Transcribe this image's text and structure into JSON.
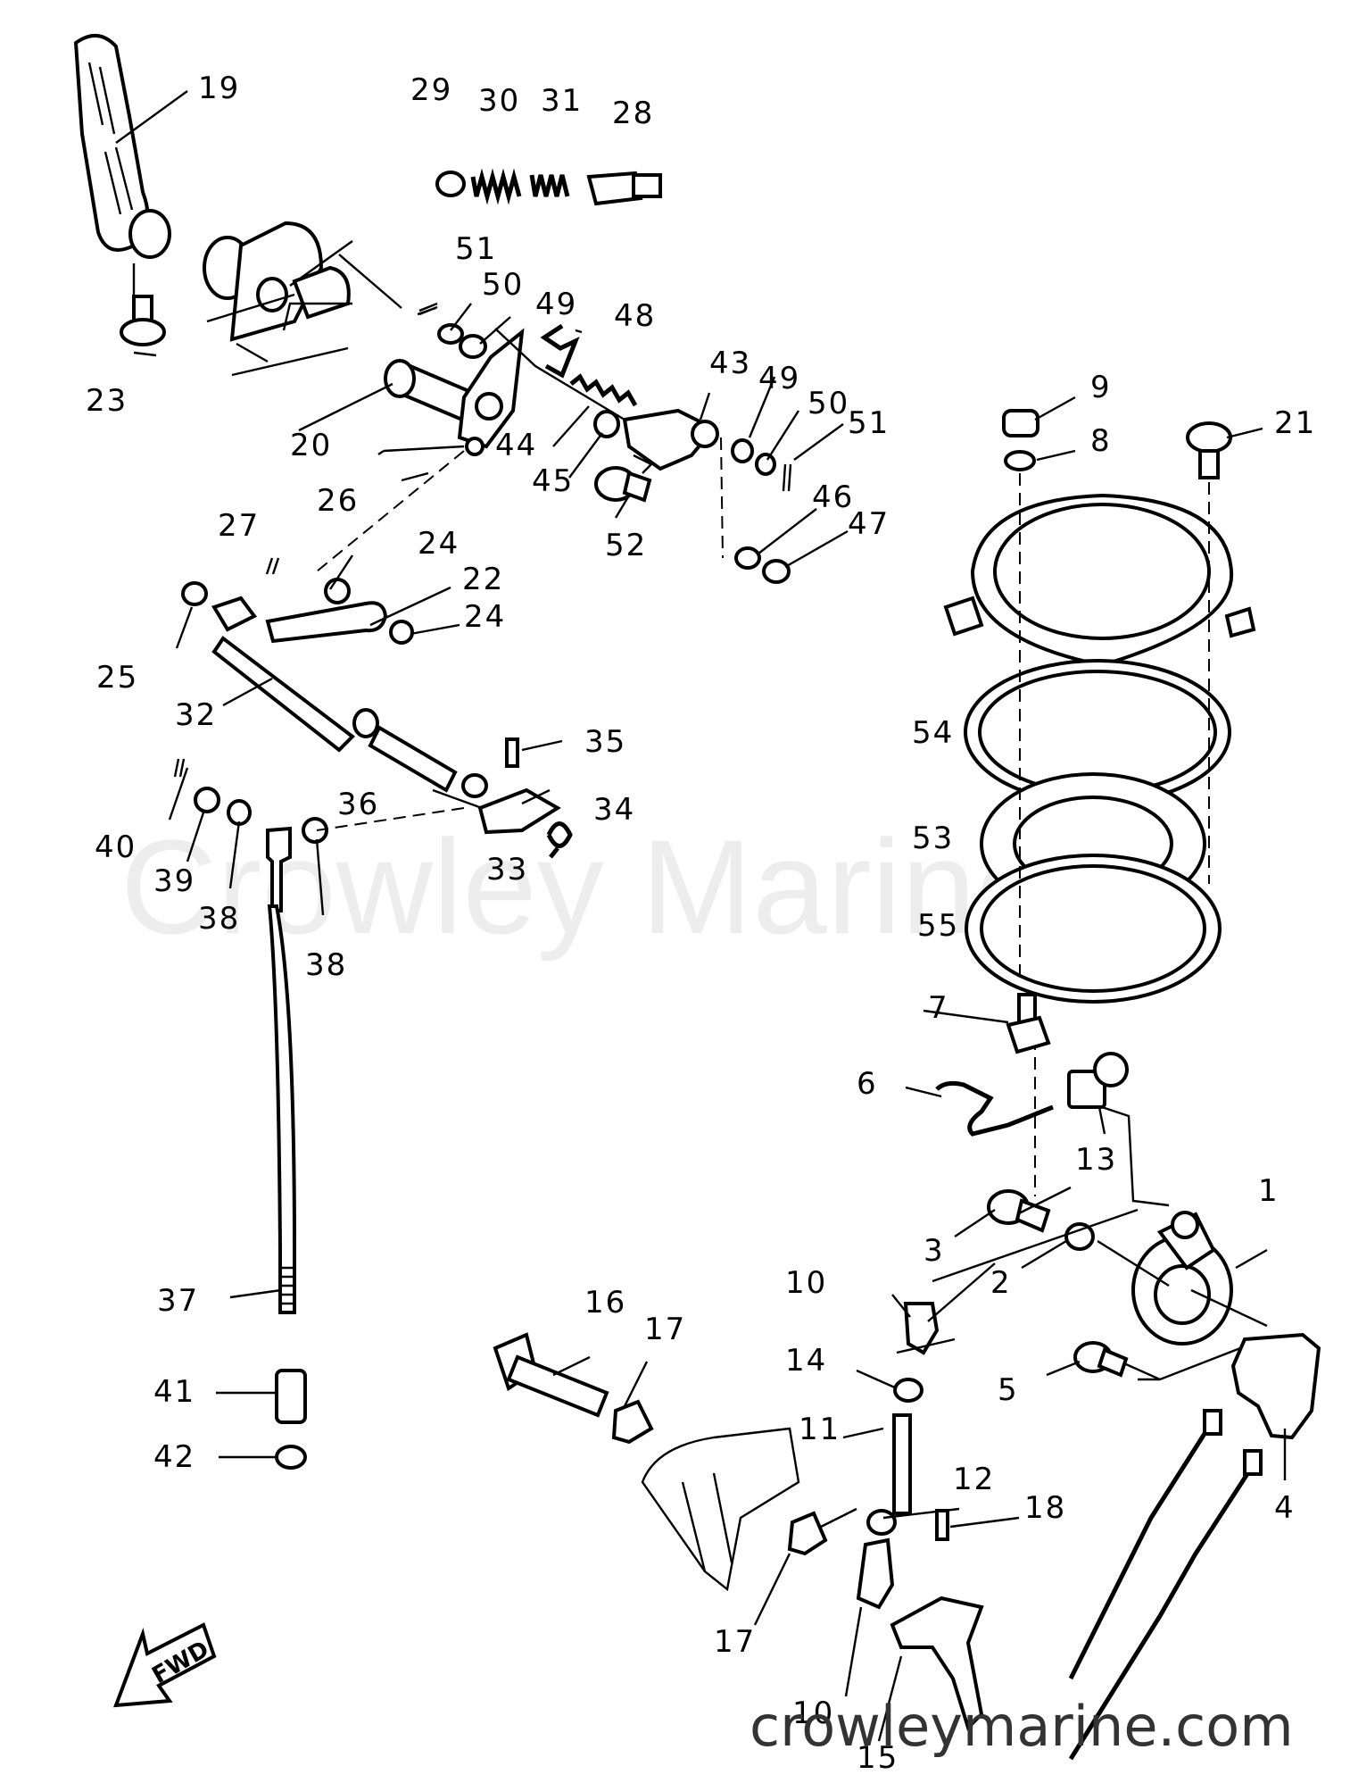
{
  "watermark": "Crowley Marine",
  "site_url": "crowleymarine.com",
  "fwd_label": "FWD",
  "part_numbers": [
    "1",
    "2",
    "3",
    "4",
    "5",
    "6",
    "7",
    "8",
    "9",
    "10",
    "11",
    "12",
    "13",
    "14",
    "15",
    "16",
    "17",
    "18",
    "19",
    "20",
    "21",
    "22",
    "23",
    "24",
    "25",
    "26",
    "27",
    "28",
    "29",
    "30",
    "31",
    "32",
    "33",
    "34",
    "35",
    "36",
    "37",
    "38",
    "39",
    "40",
    "41",
    "42",
    "43",
    "44",
    "45",
    "46",
    "47",
    "48",
    "49",
    "50",
    "51",
    "52",
    "53",
    "54",
    "55"
  ]
}
